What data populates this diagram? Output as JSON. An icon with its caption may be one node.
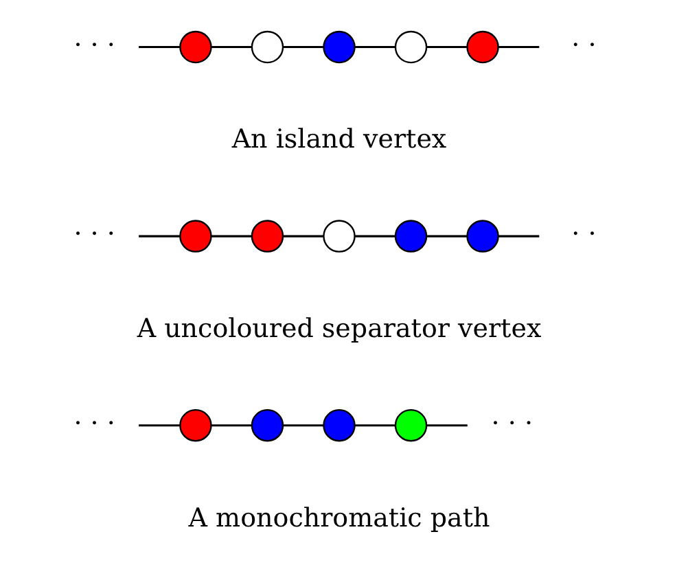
{
  "diagram": {
    "nodes": [
      {
        "text": [
          "· · ·"
        ]
      },
      {
        "text": [],
        "shape": "circle"
      },
      {
        "text": [],
        "shape": "circle"
      },
      {
        "text": [],
        "shape": "circle"
      },
      {
        "text": [],
        "shape": "circle"
      },
      {
        "text": [],
        "shape": "circle"
      },
      {
        "text": [
          "· ·"
        ]
      },
      {
        "text": [
          "· · ·"
        ]
      },
      {
        "text": [],
        "shape": "circle"
      },
      {
        "text": [],
        "shape": "circle"
      },
      {
        "text": [],
        "shape": "circle"
      },
      {
        "text": [],
        "shape": "circle"
      },
      {
        "text": [],
        "shape": "circle"
      },
      {
        "text": [
          "· ·"
        ]
      },
      {
        "text": [
          "· · ·"
        ]
      },
      {
        "text": [],
        "shape": "circle"
      },
      {
        "text": [],
        "shape": "circle"
      },
      {
        "text": [],
        "shape": "circle"
      },
      {
        "text": [],
        "shape": "circle"
      },
      {
        "text": [
          "· · ·"
        ]
      }
    ],
    "edges": [
      {
        "from": 0,
        "to": 1,
        "arrow": "none"
      },
      {
        "from": 1,
        "to": 2,
        "arrow": "none"
      },
      {
        "from": 2,
        "to": 3,
        "arrow": "none"
      },
      {
        "from": 3,
        "to": 4,
        "arrow": "none"
      },
      {
        "from": 4,
        "to": 5,
        "arrow": "none"
      },
      {
        "from": 5,
        "to": 6,
        "arrow": "none"
      },
      {
        "from": 7,
        "to": 8,
        "arrow": "none"
      },
      {
        "from": 8,
        "to": 9,
        "arrow": "none"
      },
      {
        "from": 9,
        "to": 10,
        "arrow": "none"
      },
      {
        "from": 10,
        "to": 11,
        "arrow": "none"
      },
      {
        "from": 11,
        "to": 12,
        "arrow": "none"
      },
      {
        "from": 12,
        "to": 13,
        "arrow": "none"
      },
      {
        "from": 14,
        "to": 15,
        "arrow": "none"
      },
      {
        "from": 15,
        "to": 16,
        "arrow": "none"
      },
      {
        "from": 16,
        "to": 17,
        "arrow": "none"
      },
      {
        "from": 17,
        "to": 18,
        "arrow": "none"
      },
      {
        "from": 18,
        "to": 19,
        "arrow": "none"
      }
    ],
    "labels": [
      "An island vertex",
      "A uncoloured separator vertex",
      "A monochromatic path"
    ]
  }
}
